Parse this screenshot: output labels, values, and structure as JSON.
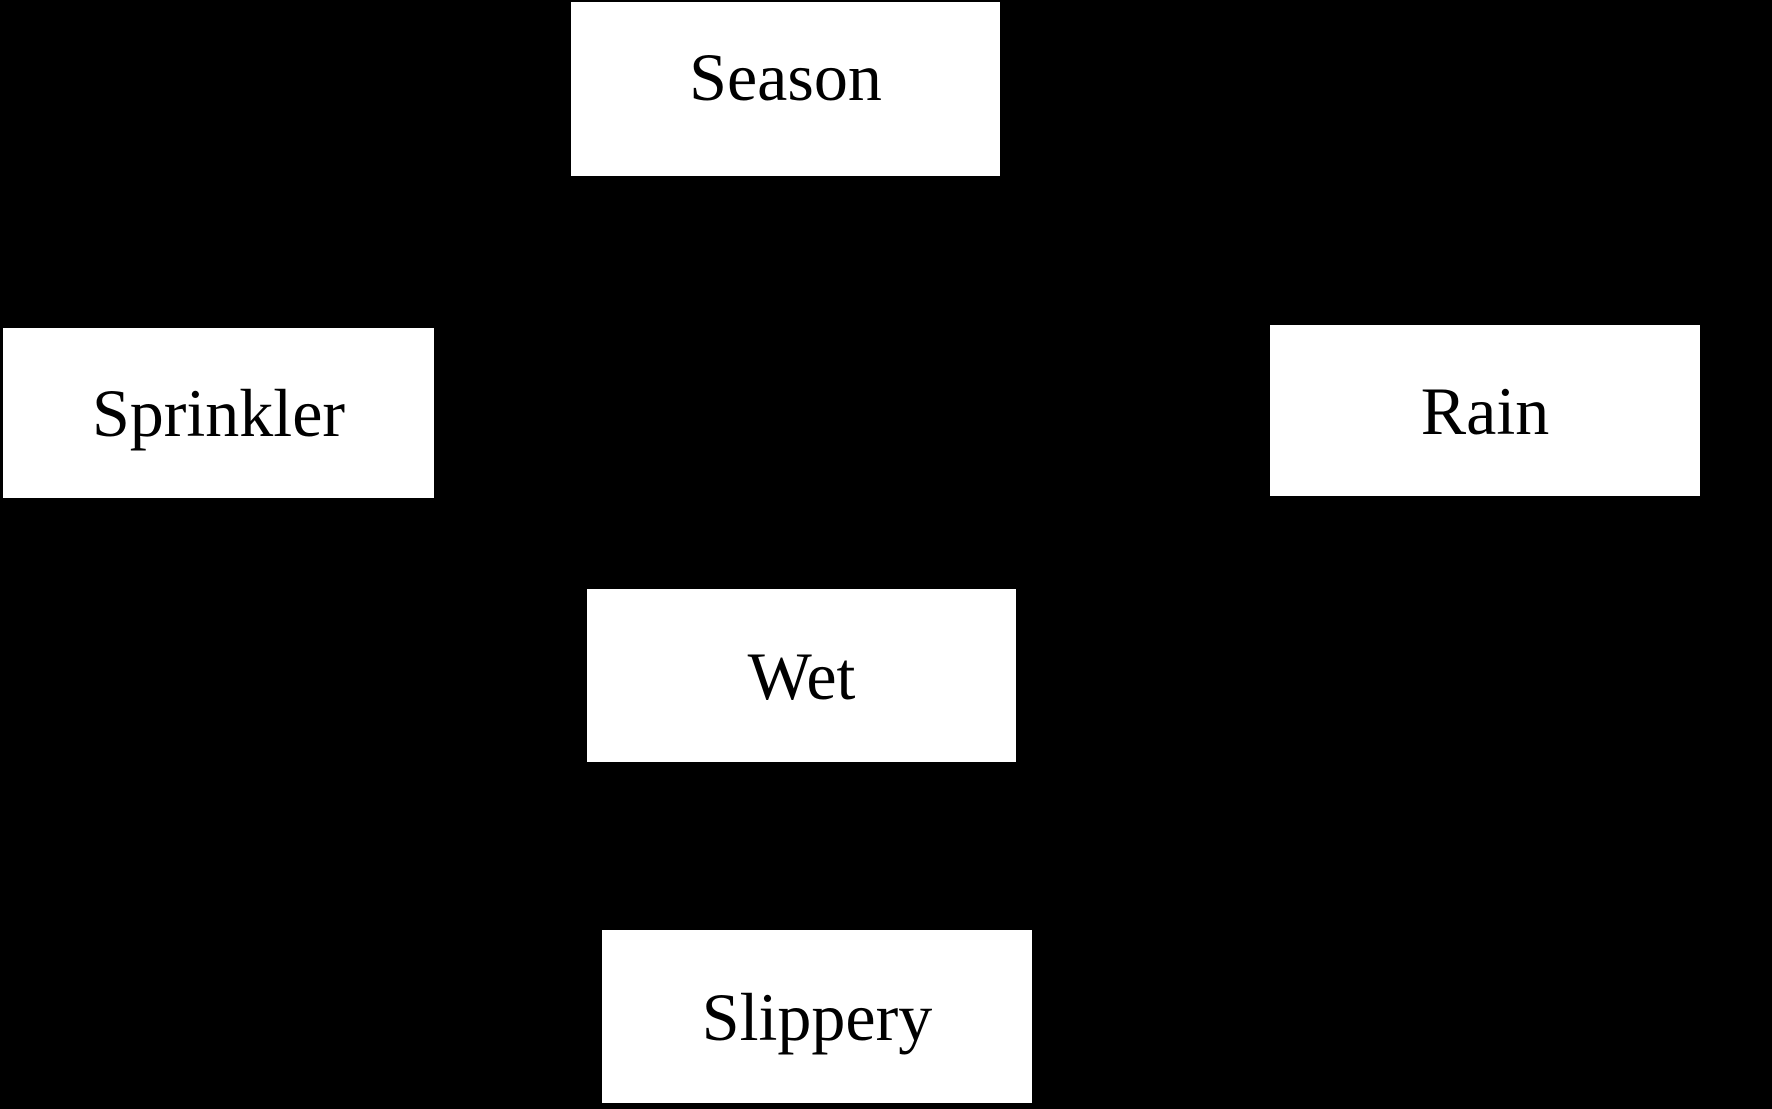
{
  "diagram": {
    "type": "bayesian-network",
    "nodes": [
      {
        "id": "season",
        "label": "Season"
      },
      {
        "id": "sprinkler",
        "label": "Sprinkler"
      },
      {
        "id": "rain",
        "label": "Rain"
      },
      {
        "id": "wet",
        "label": "Wet"
      },
      {
        "id": "slippery",
        "label": "Slippery"
      }
    ]
  },
  "colors": {
    "background": "#000000",
    "node_fill": "#ffffff",
    "node_text": "#000000"
  }
}
